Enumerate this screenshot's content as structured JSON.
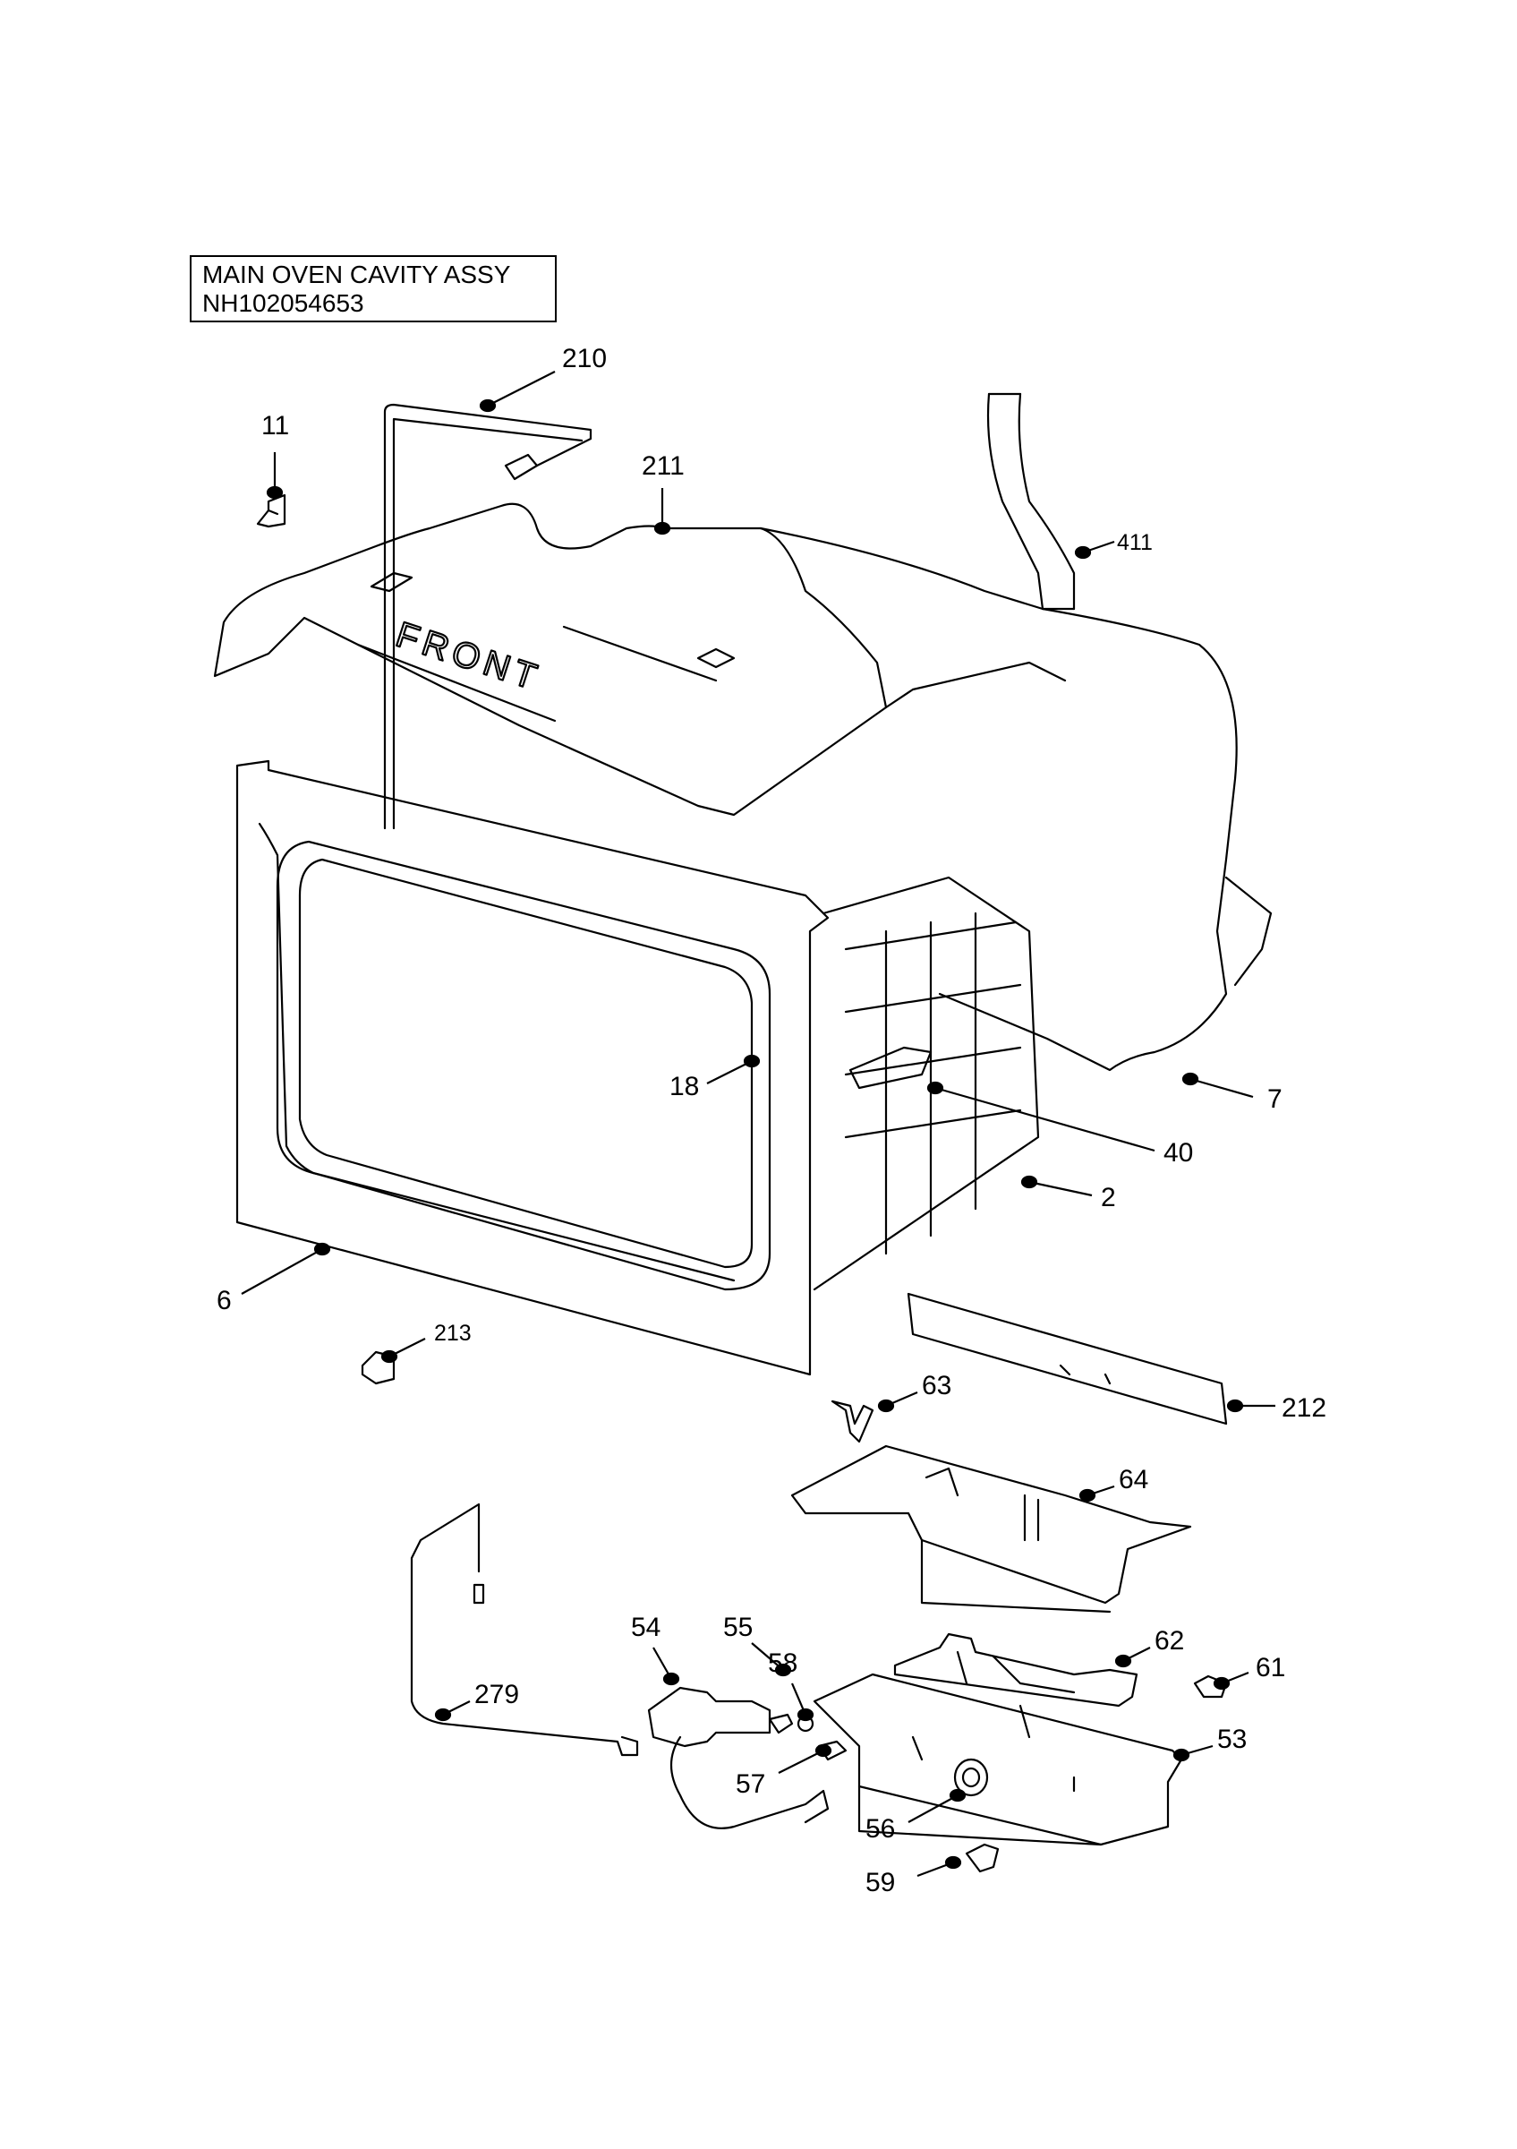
{
  "title": {
    "line1": "MAIN OVEN CAVITY ASSY",
    "line2": "NH102054653"
  },
  "front_marking": "FRONT",
  "callouts": [
    {
      "id": "11",
      "text": "11"
    },
    {
      "id": "210",
      "text": "210"
    },
    {
      "id": "211",
      "text": "211"
    },
    {
      "id": "411",
      "text": "411"
    },
    {
      "id": "18",
      "text": "18"
    },
    {
      "id": "7",
      "text": "7"
    },
    {
      "id": "40",
      "text": "40"
    },
    {
      "id": "2",
      "text": "2"
    },
    {
      "id": "6",
      "text": "6"
    },
    {
      "id": "213",
      "text": "213"
    },
    {
      "id": "63",
      "text": "63"
    },
    {
      "id": "212",
      "text": "212"
    },
    {
      "id": "64",
      "text": "64"
    },
    {
      "id": "54",
      "text": "54"
    },
    {
      "id": "55",
      "text": "55"
    },
    {
      "id": "58",
      "text": "58"
    },
    {
      "id": "62",
      "text": "62"
    },
    {
      "id": "61",
      "text": "61"
    },
    {
      "id": "279",
      "text": "279"
    },
    {
      "id": "53",
      "text": "53"
    },
    {
      "id": "57",
      "text": "57"
    },
    {
      "id": "56",
      "text": "56"
    },
    {
      "id": "59",
      "text": "59"
    }
  ]
}
